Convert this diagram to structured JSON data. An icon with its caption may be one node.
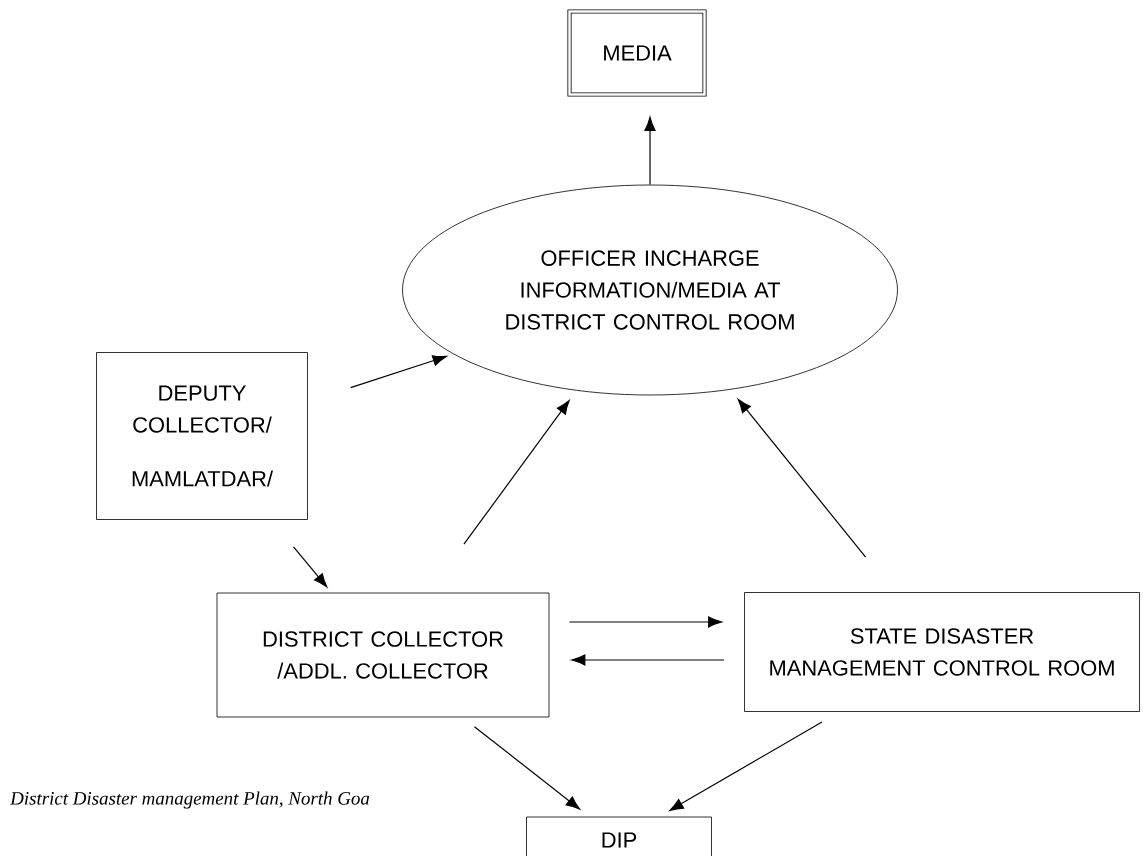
{
  "diagram": {
    "nodes": [
      {
        "text": [
          "MEDIA"
        ]
      },
      {
        "text": [
          "OFFICER INCHARGE INFORMATION/MEDIA AT DISTRICT CONTROL ROOM"
        ]
      },
      {
        "text": [
          "DEPUTY COLLECTOR/",
          "MAMLATDAR/"
        ]
      },
      {
        "text": [
          "DISTRICT COLLECTOR /ADDL. COLLECTOR"
        ]
      },
      {
        "text": [
          "STATE DISASTER MANAGEMENT CONTROL ROOM"
        ]
      },
      {
        "text": [
          "DIP"
        ]
      }
    ],
    "edges": [
      {
        "from": 1,
        "to": 0,
        "arrow": "to"
      },
      {
        "from": 2,
        "to": 1,
        "arrow": "to"
      },
      {
        "from": 2,
        "to": 3,
        "arrow": "to"
      },
      {
        "from": 3,
        "to": 1,
        "arrow": "to"
      },
      {
        "from": 4,
        "to": 1,
        "arrow": "to"
      },
      {
        "from": 3,
        "to": 4,
        "arrow": "to"
      },
      {
        "from": 4,
        "to": 3,
        "arrow": "to"
      },
      {
        "from": 3,
        "to": 5,
        "arrow": "to"
      },
      {
        "from": 4,
        "to": 5,
        "arrow": "to"
      }
    ],
    "labels": [
      "District Disaster management Plan, North Goa"
    ]
  }
}
